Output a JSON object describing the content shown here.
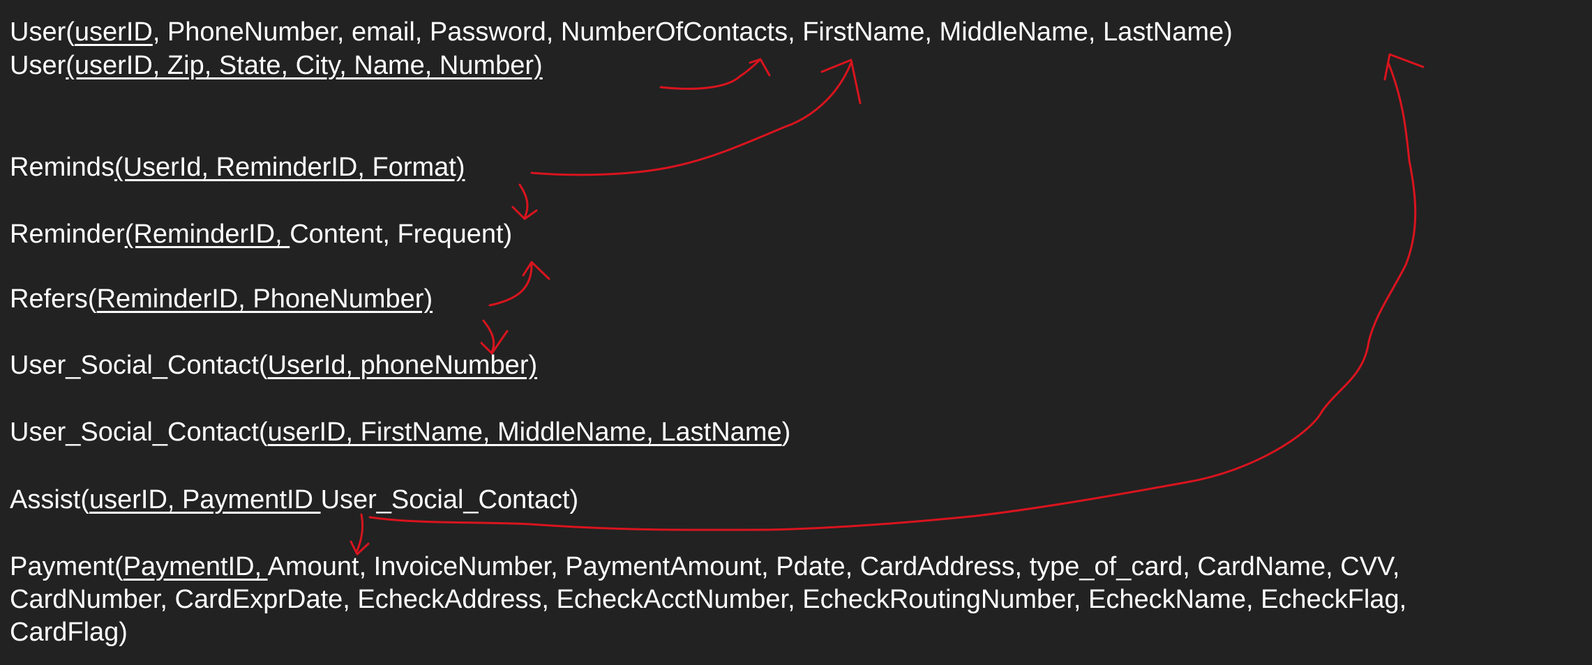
{
  "colors": {
    "background": "#222222",
    "text": "#ffffff",
    "annotation": "#d9141e"
  },
  "lines": {
    "l1": {
      "prefix": "User(",
      "underlined": "userID",
      "rest": ", PhoneNumber, email, Password, NumberOfContacts, FirstName, MiddleName, LastName)"
    },
    "l2": {
      "prefix": "User",
      "underlined": "(userID, Zip, State, City, Name, Number)",
      "rest": ""
    },
    "l3": {
      "prefix": "Reminds",
      "underlined": "(UserId, ReminderID, Format)",
      "rest": ""
    },
    "l4": {
      "prefix": "Reminder",
      "underlined": "(ReminderID, ",
      "rest": "Content, Frequent)"
    },
    "l5": {
      "prefix": "Refers(",
      "underlined": "ReminderID, PhoneNumber)",
      "rest": ""
    },
    "l6": {
      "prefix": "User_Social_Contact(",
      "underlined": "UserId, phoneNumber)",
      "rest": ""
    },
    "l7": {
      "prefix": "User_Social_Contact(",
      "underlined": "userID, FirstName, MiddleName, LastName",
      "rest": ")"
    },
    "l8": {
      "prefix": "Assist(",
      "underlined": "userID, PaymentID ",
      "rest": "User_Social_Contact)"
    },
    "l9": {
      "prefix": "Payment(",
      "underlined": "PaymentID, ",
      "rest": "Amount, InvoiceNumber, PaymentAmount, Pdate, CardAddress, type_of_card, CardName, CVV,"
    },
    "l10": {
      "prefix": "",
      "underlined": "",
      "rest": "CardNumber, CardExprDate, EcheckAddress, EcheckAcctNumber, EcheckRoutingNumber, EcheckName, EcheckFlag,"
    },
    "l11": {
      "prefix": "",
      "underlined": "",
      "rest": "CardFlag)"
    }
  }
}
